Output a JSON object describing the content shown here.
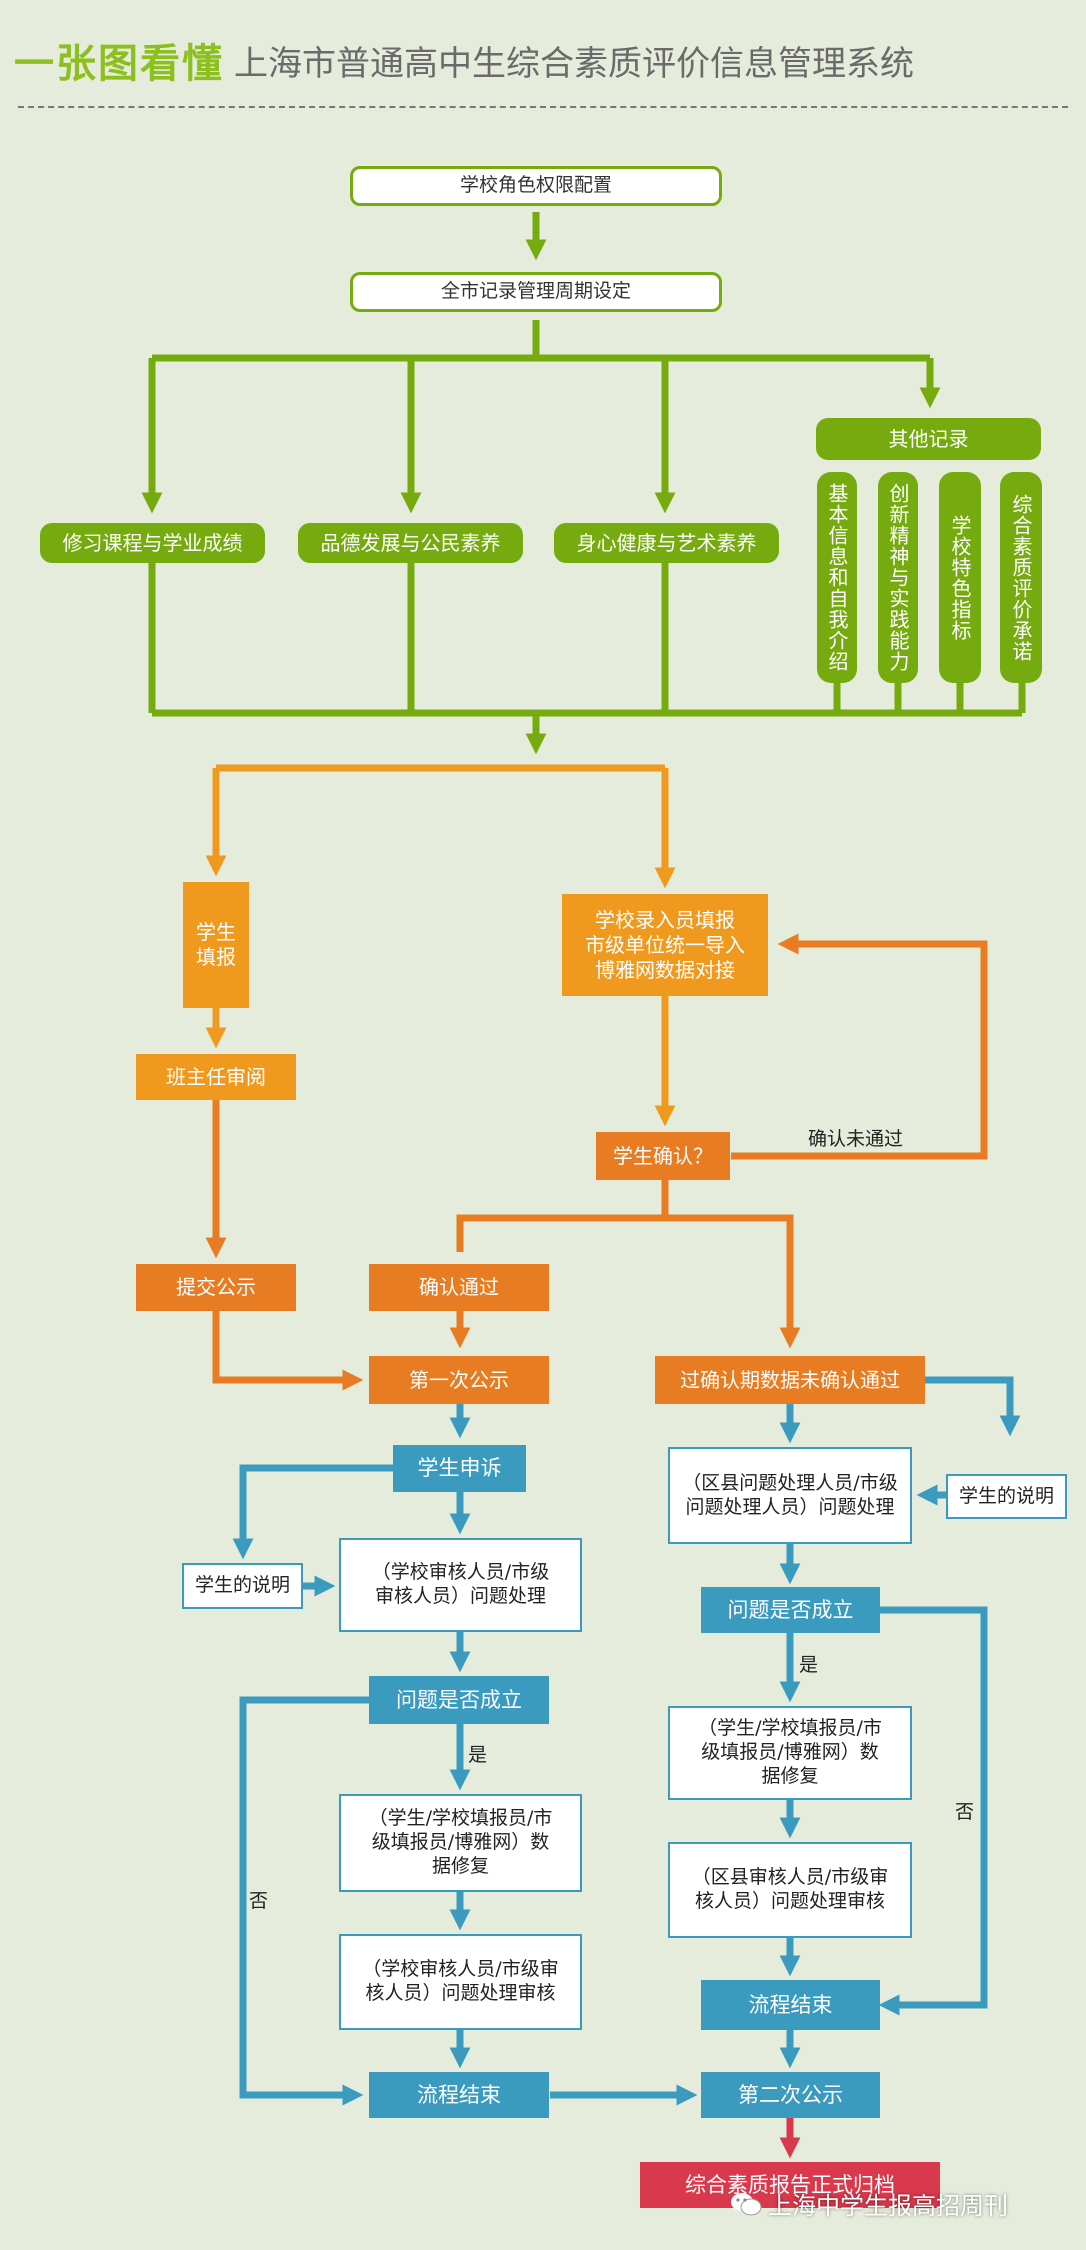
{
  "header": {
    "brand": "一张图看懂",
    "title": "上海市普通高中生综合素质评价信息管理系统"
  },
  "nodes": {
    "role_config": "学校角色权限配置",
    "cycle_setting": "全市记录管理周期设定",
    "course": "修习课程与学业成绩",
    "morality": "品德发展与公民素养",
    "health": "身心健康与艺术素养",
    "other_records": "其他记录",
    "other_items": [
      "基本信息和自我介绍",
      "创新精神与实践能力",
      "学校特色指标",
      "综合素质评价承诺"
    ],
    "student_fill": "学生\n填报",
    "school_fill": "学校录入员填报\n市级单位统一导入\n博雅网数据对接",
    "teacher_review": "班主任审阅",
    "student_confirm": "学生确认？",
    "submit_public": "提交公示",
    "confirm_pass": "确认通过",
    "overdue": "过确认期数据未确认通过",
    "first_public": "第一次公示",
    "appeal": "学生申诉",
    "note_left": "学生的说明",
    "school_review_left": "（学校审核人员/市级\n审核人员）问题处理",
    "issue_left": "问题是否成立",
    "repair_left": "（学生/学校填报员/市\n级填报员/博雅网）数\n据修复",
    "review_audit_left": "（学校审核人员/市级审\n核人员）问题处理审核",
    "end_left": "流程结束",
    "district_handle": "（区县问题处理人员/市级\n问题处理人员）问题处理",
    "note_right": "学生的说明",
    "issue_right": "问题是否成立",
    "repair_right": "（学生/学校填报员/市\n级填报员/博雅网）数\n据修复",
    "district_audit": "（区县审核人员/市级审\n核人员）问题处理审核",
    "end_right": "流程结束",
    "second_public": "第二次公示",
    "archive": "综合素质报告正式归档"
  },
  "labels": {
    "not_passed": "确认未通过",
    "yes_left": "是",
    "no_left": "否",
    "yes_right": "是",
    "no_right": "否"
  },
  "watermark": "上海中学生报高招周刊",
  "colors": {
    "green": "#76ab10",
    "orange_light": "#ef9a1e",
    "orange_dark": "#e77c22",
    "blue": "#3a9bbf",
    "red": "#d8394c",
    "background": "#e6ecdc"
  }
}
